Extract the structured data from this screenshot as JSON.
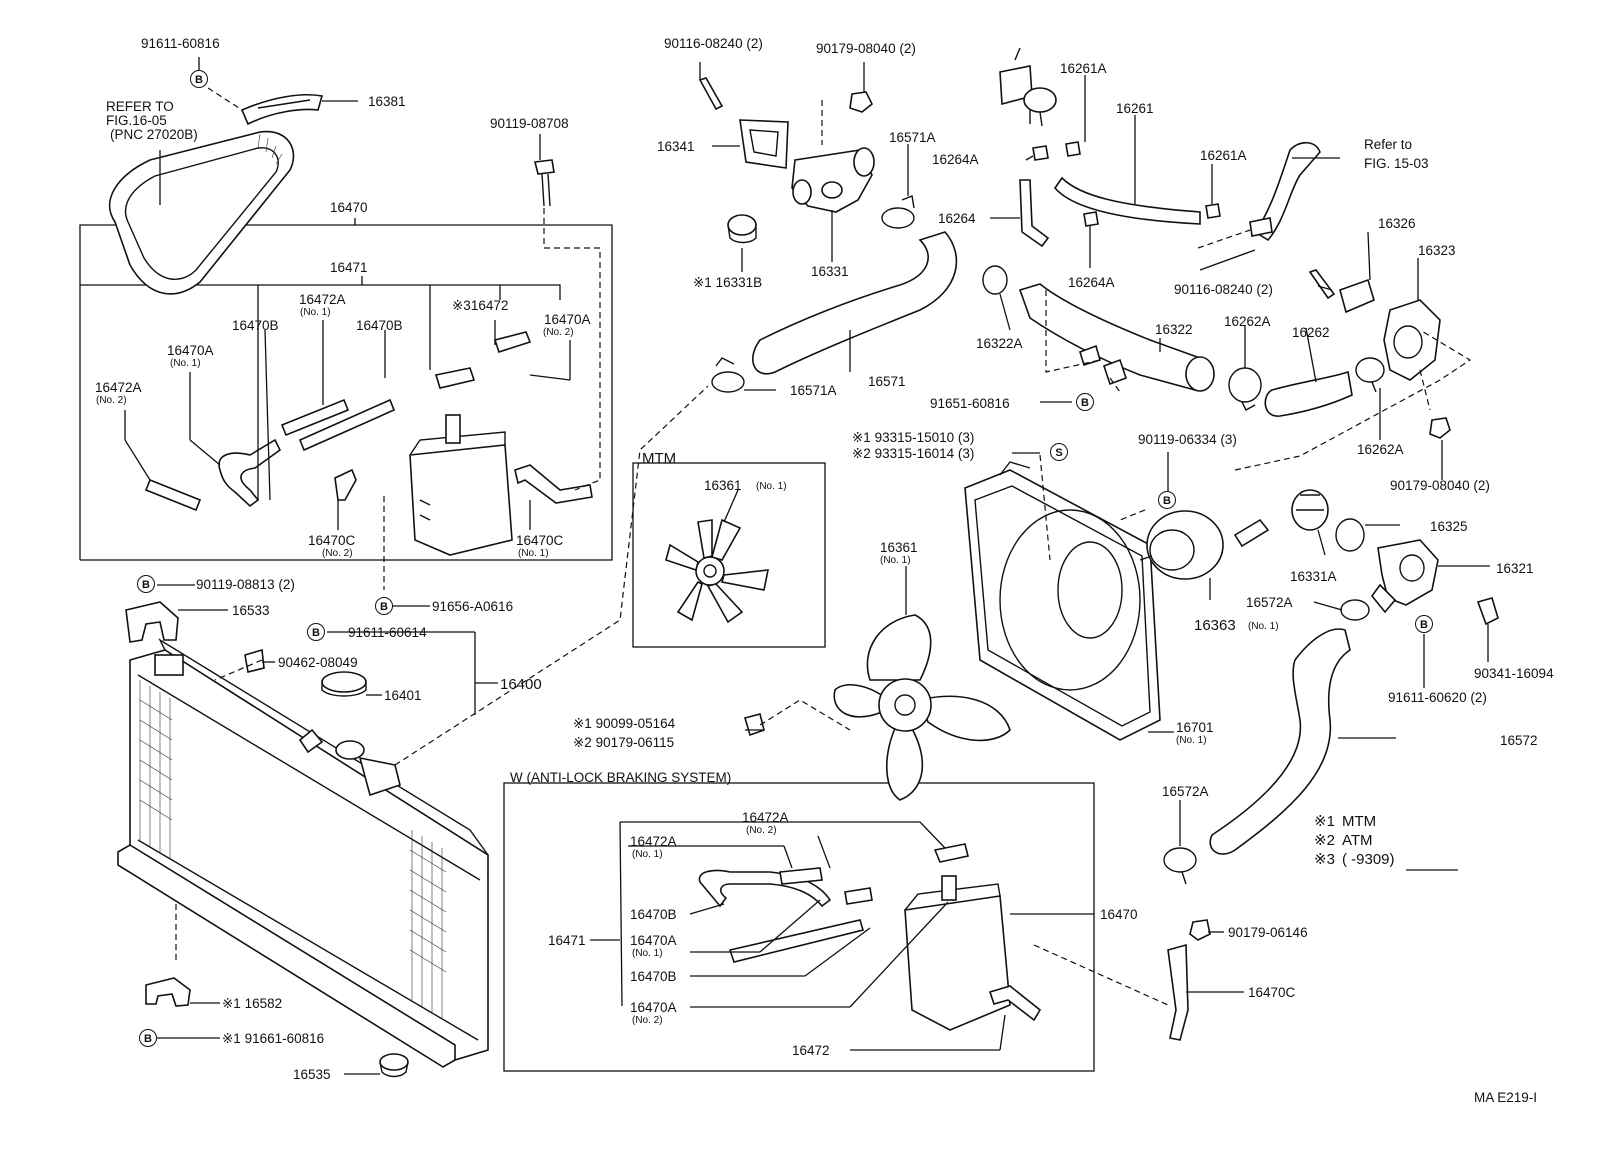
{
  "figure_code": "MA E219-I",
  "belt": {
    "callout_lines": [
      "REFER TO",
      "FIG.16-05",
      "(PNC 27020B)"
    ]
  },
  "mtm_box_title": "MTM",
  "abs_box_title": "W (ANTI-LOCK BRAKING SYSTEM)",
  "refer": {
    "line1": "Refer to",
    "line2": "FIG. 15-03"
  },
  "legend": [
    {
      "mark": "※1",
      "text": "MTM"
    },
    {
      "mark": "※2",
      "text": "ATM"
    },
    {
      "mark": "※3",
      "text": "(       -9309)"
    }
  ],
  "circle_symbols": {
    "b": "B",
    "s": "S"
  },
  "parts": {
    "p91611_60816": "91611-60816",
    "p16381": "16381",
    "p90119_08708": "90119-08708",
    "p16470": "16470",
    "p16471": "16471",
    "p16472A_no1": "16472A",
    "p16472A_no1_sub": "(No. 1)",
    "p16472_mark": "※316472",
    "p16470B_a": "16470B",
    "p16470B_b": "16470B",
    "p16470A_no2": "16470A",
    "p16470A_no2_sub": "(No. 2)",
    "p16470A_no1": "16470A",
    "p16470A_no1_sub": "(No. 1)",
    "p16472A_no2": "16472A",
    "p16472A_no2_sub": "(No. 2)",
    "p16470C_no2": "16470C",
    "p16470C_no2_sub": "(No. 2)",
    "p16470C_no1": "16470C",
    "p16470C_no1_sub": "(No. 1)",
    "p90119_08813": "90119-08813 (2)",
    "p16533": "16533",
    "p91656_A0616": "91656-A0616",
    "p91611_60614": "91611-60614",
    "p90462_08049": "90462-08049",
    "p16401": "16401",
    "p16400": "16400",
    "p16582": "※1 16582",
    "p91661_60816": "※1  91661-60816",
    "p16535": "16535",
    "p90116_08240_top": "90116-08240 (2)",
    "p90179_08040_top": "90179-08040 (2)",
    "p16341": "16341",
    "p16571A_top": "16571A",
    "p16331": "16331",
    "p16331B": "※1 16331B",
    "p16571": "16571",
    "p16571A_bot": "16571A",
    "p16361_mtm": "16361",
    "p16361_mtm_sub": "(No. 1)",
    "p16361": "16361",
    "p16361_sub": "(No. 1)",
    "p93315_15010": "※1 93315-15010 (3)",
    "p93315_16014": "※2 93315-16014 (3)",
    "p90099_05164": "※1 90099-05164",
    "p90179_06115": "※2 90179-06115",
    "p16261A_a": "16261A",
    "p16261": "16261",
    "p16264A_a": "16264A",
    "p16261A_b": "16261A",
    "p16264": "16264",
    "p16264A_b": "16264A",
    "p16322A": "16322A",
    "p16322": "16322",
    "p91651_60816": "91651-60816",
    "p90116_08240_right": "90116-08240 (2)",
    "p16326": "16326",
    "p16323": "16323",
    "p16262A_a": "16262A",
    "p16262": "16262",
    "p16262A_b": "16262A",
    "p90179_08040_right": "90179-08040 (2)",
    "p90119_06334": "90119-06334 (3)",
    "p16363": "16363",
    "p16363_sub": "(No. 1)",
    "p16331A": "16331A",
    "p16325": "16325",
    "p16321": "16321",
    "p16572A_a": "16572A",
    "p90341_16094": "90341-16094",
    "p91611_60620": "91611-60620 (2)",
    "p16572": "16572",
    "p16701": "16701",
    "p16701_sub": "(No. 1)",
    "p16572A_b": "16572A",
    "p90179_06146": "90179-06146",
    "p16470C": "16470C",
    "abs_16472A_no2": "16472A",
    "abs_16472A_no2_sub": "(No. 2)",
    "abs_16472A_no1": "16472A",
    "abs_16472A_no1_sub": "(No. 1)",
    "abs_16470B_a": "16470B",
    "abs_16471": "16471",
    "abs_16470A_no1": "16470A",
    "abs_16470A_no1_sub": "(No. 1)",
    "abs_16470B_b": "16470B",
    "abs_16470A_no2": "16470A",
    "abs_16470A_no2_sub": "(No. 2)",
    "abs_16470": "16470",
    "abs_16472": "16472"
  }
}
